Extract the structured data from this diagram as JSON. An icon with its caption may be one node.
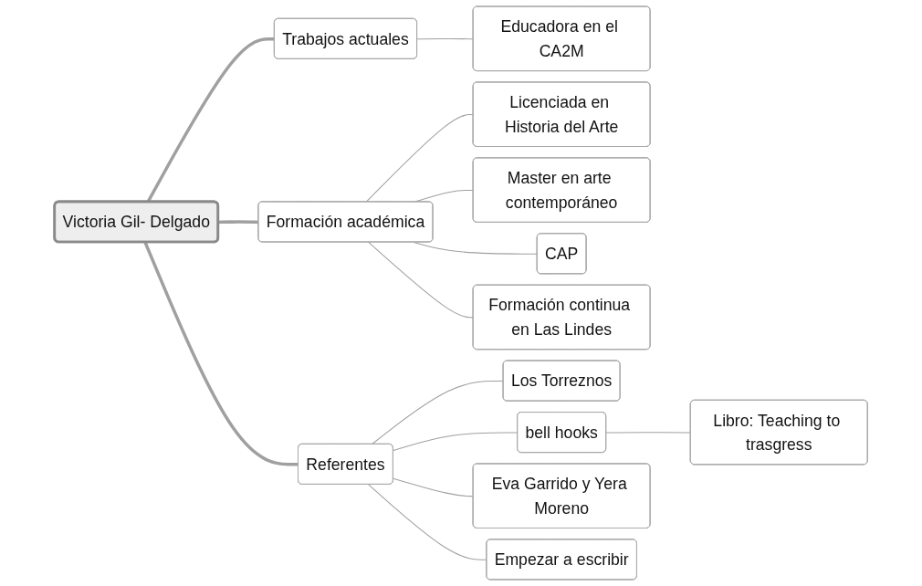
{
  "diagram": {
    "nodes": [
      {
        "text": [
          "Victoria Gil- Delgado"
        ]
      },
      {
        "text": [
          "Trabajos actuales"
        ]
      },
      {
        "text": [
          "Educadora en el CA2M"
        ]
      },
      {
        "text": [
          "Formación académica"
        ]
      },
      {
        "text": [
          "Licenciada en Historia del Arte"
        ]
      },
      {
        "text": [
          "Master en arte contemporáneo"
        ]
      },
      {
        "text": [
          "CAP"
        ]
      },
      {
        "text": [
          "Formación continua en Las Lindes"
        ]
      },
      {
        "text": [
          "Referentes"
        ]
      },
      {
        "text": [
          "Los Torreznos"
        ]
      },
      {
        "text": [
          "bell hooks"
        ]
      },
      {
        "text": [
          "Libro: Teaching to trasgress"
        ]
      },
      {
        "text": [
          "Eva Garrido y Yera Moreno"
        ]
      },
      {
        "text": [
          "Empezar a escribir"
        ]
      }
    ],
    "edges": [
      {
        "from": 0,
        "to": 1,
        "arrow": "none",
        "style": "thick"
      },
      {
        "from": 1,
        "to": 2,
        "arrow": "none"
      },
      {
        "from": 0,
        "to": 3,
        "arrow": "none",
        "style": "thick"
      },
      {
        "from": 3,
        "to": 4,
        "arrow": "none"
      },
      {
        "from": 3,
        "to": 5,
        "arrow": "none"
      },
      {
        "from": 3,
        "to": 6,
        "arrow": "none"
      },
      {
        "from": 3,
        "to": 7,
        "arrow": "none"
      },
      {
        "from": 0,
        "to": 8,
        "arrow": "none",
        "style": "thick"
      },
      {
        "from": 8,
        "to": 9,
        "arrow": "none"
      },
      {
        "from": 8,
        "to": 10,
        "arrow": "none"
      },
      {
        "from": 10,
        "to": 11,
        "arrow": "none"
      },
      {
        "from": 8,
        "to": 12,
        "arrow": "none"
      },
      {
        "from": 8,
        "to": 13,
        "arrow": "none"
      }
    ]
  }
}
